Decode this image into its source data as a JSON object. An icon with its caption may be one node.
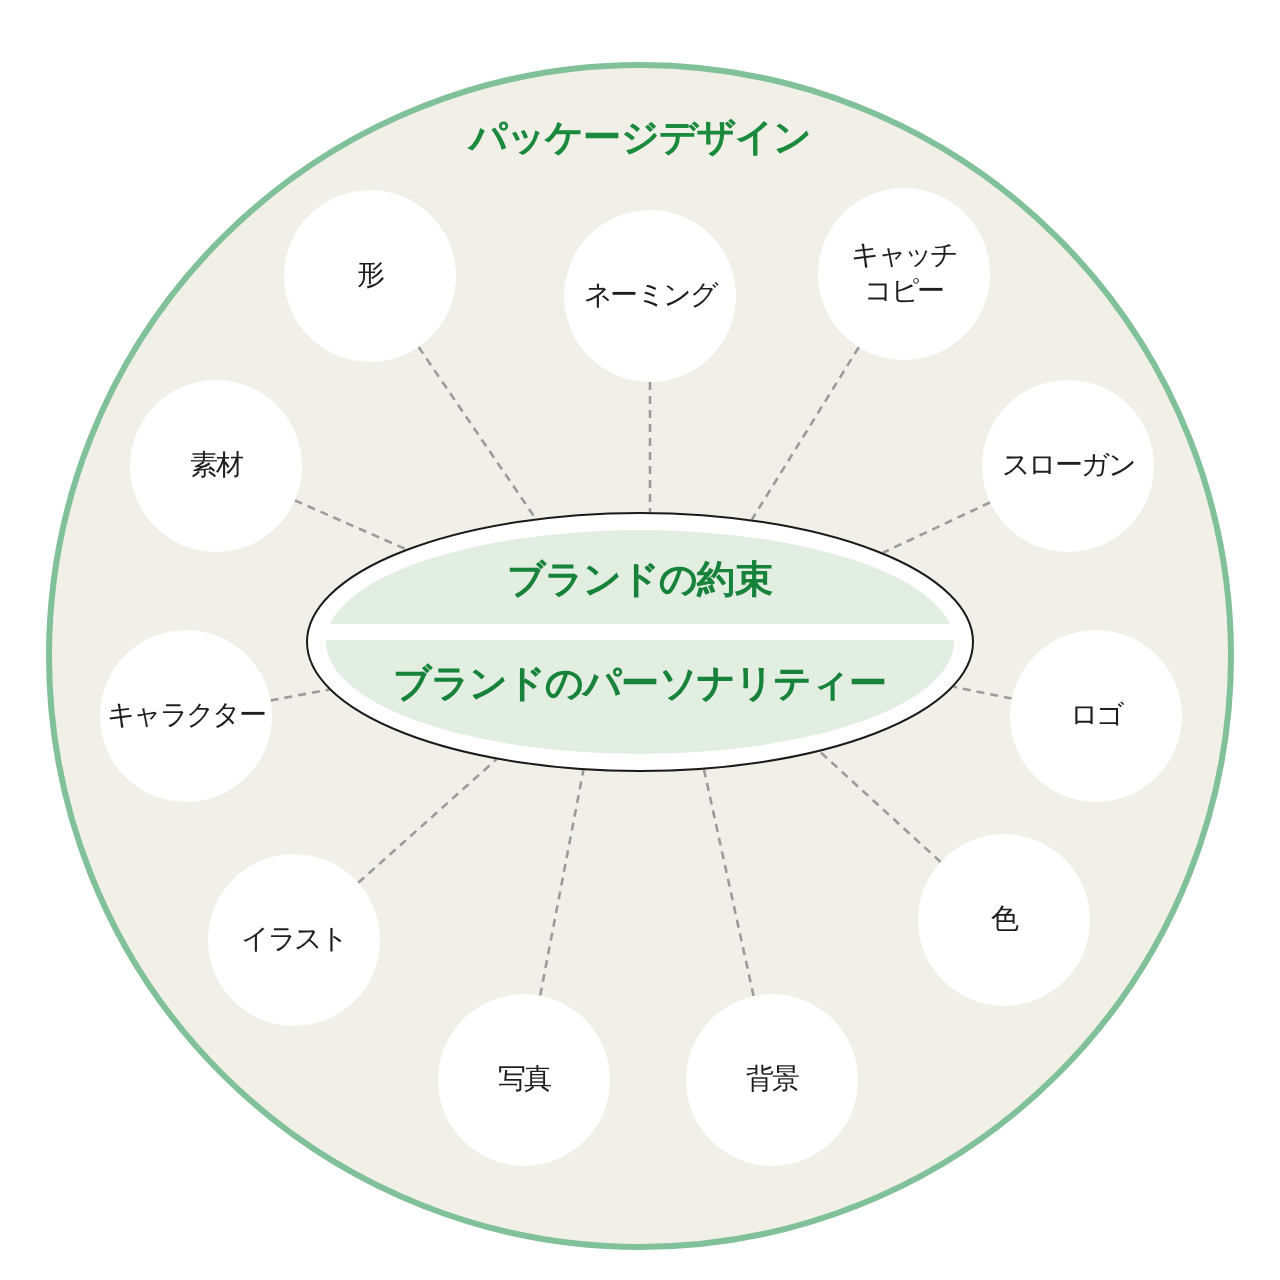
{
  "diagram": {
    "nodes": [
      {
        "text": [
          "パッケージデザイン"
        ]
      },
      {
        "text": [
          "ブランドの約束",
          "ブランドのパーソナリティー"
        ],
        "in": 0
      },
      {
        "text": [
          "形"
        ],
        "in": 0
      },
      {
        "text": [
          "ネーミング"
        ],
        "in": 0
      },
      {
        "text": [
          "キャッチコピー"
        ],
        "in": 0
      },
      {
        "text": [
          "素材"
        ],
        "in": 0
      },
      {
        "text": [
          "スローガン"
        ],
        "in": 0
      },
      {
        "text": [
          "キャラクター"
        ],
        "in": 0
      },
      {
        "text": [
          "ロゴ"
        ],
        "in": 0
      },
      {
        "text": [
          "イラスト"
        ],
        "in": 0
      },
      {
        "text": [
          "色"
        ],
        "in": 0
      },
      {
        "text": [
          "写真"
        ],
        "in": 0
      },
      {
        "text": [
          "背景"
        ],
        "in": 0
      }
    ],
    "edges": [
      {
        "from": 2,
        "to": 1,
        "arrow": "none",
        "style": "dashed"
      },
      {
        "from": 3,
        "to": 1,
        "arrow": "none",
        "style": "dashed"
      },
      {
        "from": 4,
        "to": 1,
        "arrow": "none",
        "style": "dashed"
      },
      {
        "from": 5,
        "to": 1,
        "arrow": "none",
        "style": "dashed"
      },
      {
        "from": 6,
        "to": 1,
        "arrow": "none",
        "style": "dashed"
      },
      {
        "from": 7,
        "to": 1,
        "arrow": "none",
        "style": "dashed"
      },
      {
        "from": 8,
        "to": 1,
        "arrow": "none",
        "style": "dashed"
      },
      {
        "from": 9,
        "to": 1,
        "arrow": "none",
        "style": "dashed"
      },
      {
        "from": 10,
        "to": 1,
        "arrow": "none",
        "style": "dashed"
      },
      {
        "from": 11,
        "to": 1,
        "arrow": "none",
        "style": "dashed"
      },
      {
        "from": 12,
        "to": 1,
        "arrow": "none",
        "style": "dashed"
      }
    ]
  }
}
